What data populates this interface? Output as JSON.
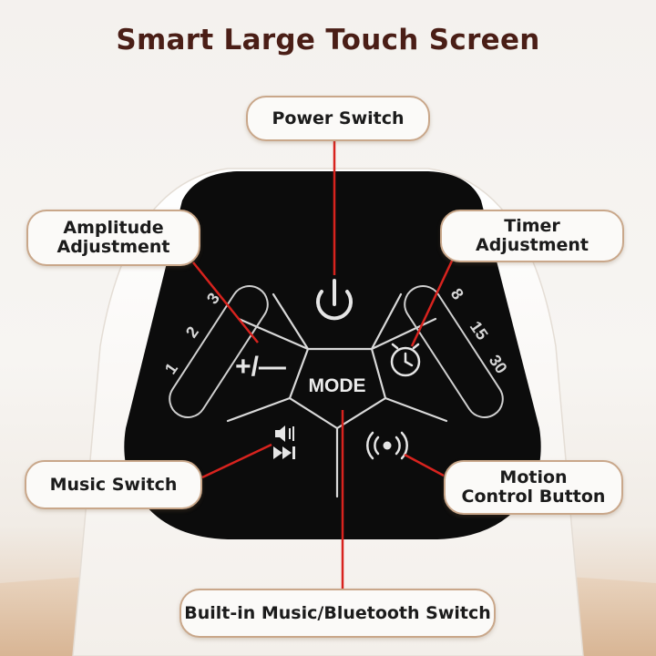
{
  "title": "Smart Large Touch Screen",
  "callouts": {
    "power": "Power Switch",
    "amplitude": [
      "Amplitude",
      "Adjustment"
    ],
    "timer": [
      "Timer",
      "Adjustment"
    ],
    "music": "Music Switch",
    "motion": [
      "Motion",
      "Control Button"
    ],
    "bluetooth": "Built-in Music/Bluetooth Switch"
  },
  "panel": {
    "mode_label": "MODE",
    "plus_minus_label": "+/—",
    "amplitude_levels": [
      "1",
      "2",
      "3"
    ],
    "timer_minutes": [
      "8",
      "15",
      "30"
    ]
  },
  "colors": {
    "title": "#4a1e16",
    "leader_line": "#d8231e",
    "panel": "#0c0c0c",
    "callout_border": "#c9a78a",
    "accent_base": "#e2c7ad"
  }
}
